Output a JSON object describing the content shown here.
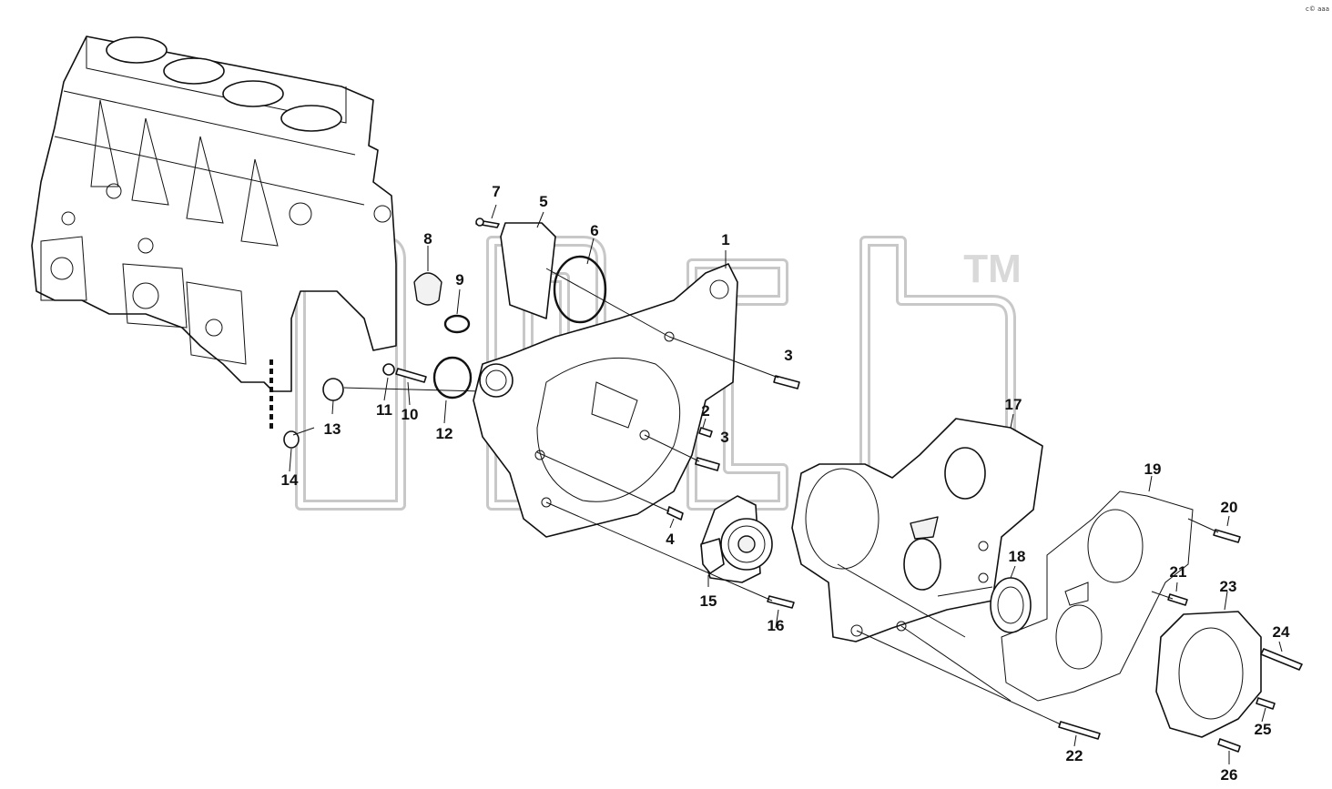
{
  "corner_code": "c© aaa",
  "watermark": {
    "trademark": "TM"
  },
  "callouts": [
    {
      "id": "c1",
      "text": "1"
    },
    {
      "id": "c2",
      "text": "2"
    },
    {
      "id": "c3a",
      "text": "3"
    },
    {
      "id": "c3b",
      "text": "3"
    },
    {
      "id": "c4",
      "text": "4"
    },
    {
      "id": "c5",
      "text": "5"
    },
    {
      "id": "c6",
      "text": "6"
    },
    {
      "id": "c7",
      "text": "7"
    },
    {
      "id": "c8",
      "text": "8"
    },
    {
      "id": "c9",
      "text": "9"
    },
    {
      "id": "c10",
      "text": "10"
    },
    {
      "id": "c11",
      "text": "11"
    },
    {
      "id": "c12",
      "text": "12"
    },
    {
      "id": "c13",
      "text": "13"
    },
    {
      "id": "c14",
      "text": "14"
    },
    {
      "id": "c15",
      "text": "15"
    },
    {
      "id": "c16",
      "text": "16"
    },
    {
      "id": "c17",
      "text": "17"
    },
    {
      "id": "c18",
      "text": "18"
    },
    {
      "id": "c19",
      "text": "19"
    },
    {
      "id": "c20",
      "text": "20"
    },
    {
      "id": "c21",
      "text": "21"
    },
    {
      "id": "c22",
      "text": "22"
    },
    {
      "id": "c23",
      "text": "23"
    },
    {
      "id": "c24",
      "text": "24"
    },
    {
      "id": "c25",
      "text": "25"
    },
    {
      "id": "c26",
      "text": "26"
    }
  ]
}
